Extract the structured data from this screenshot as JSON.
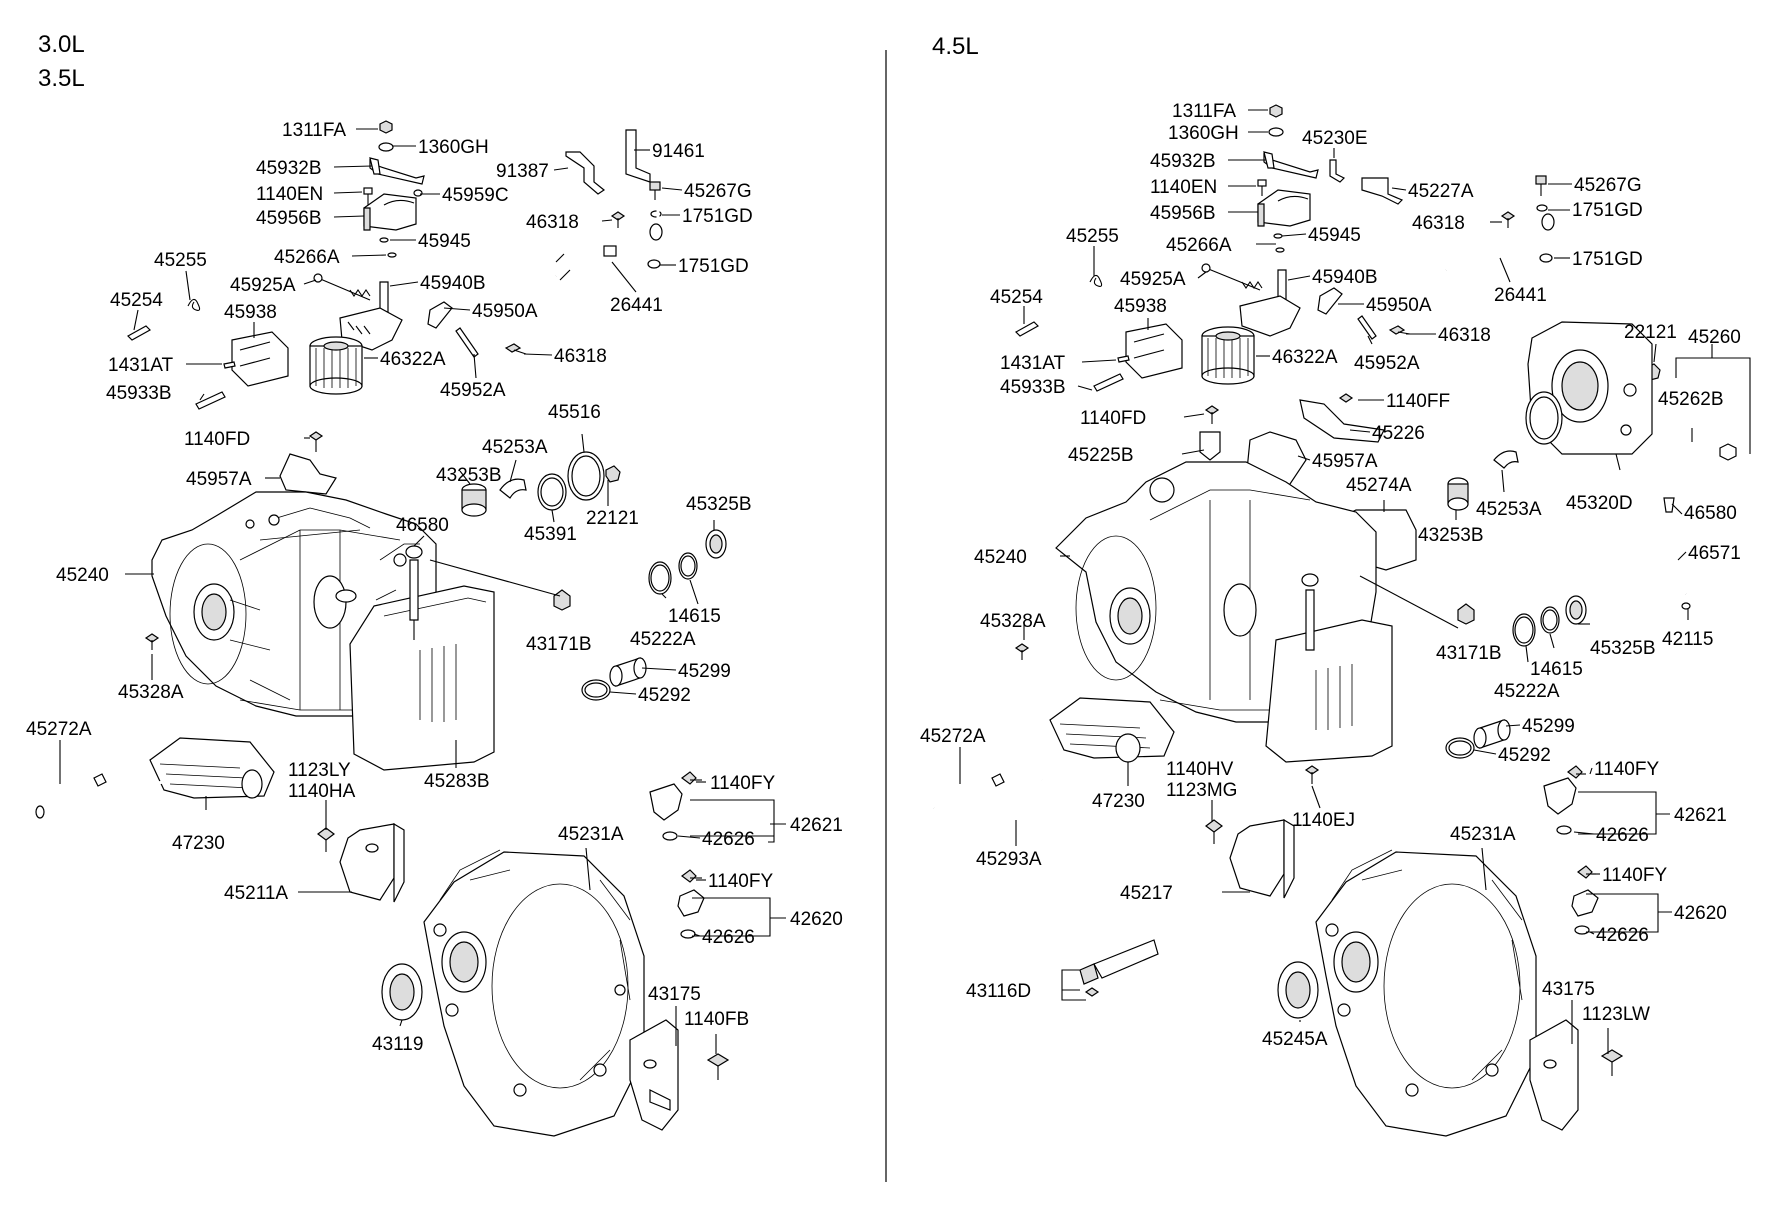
{
  "engines": {
    "left": [
      "3.0L",
      "3.5L"
    ],
    "right": "4.5L"
  },
  "left_labels": [
    "1311FA",
    "1360GH",
    "45932B",
    "1140EN",
    "45959C",
    "45956B",
    "45945",
    "45266A",
    "45255",
    "45925A",
    "45940B",
    "45254",
    "45938",
    "45950A",
    "1431AT",
    "46322A",
    "45933B",
    "45952A",
    "91461",
    "91387",
    "45267G",
    "1751GD",
    "46318",
    "1751GD",
    "26441",
    "46318",
    "1140FD",
    "45957A",
    "45516",
    "45253A",
    "43253B",
    "22121",
    "45391",
    "46580",
    "45325B",
    "45240",
    "43171B",
    "14615",
    "45222A",
    "45328A",
    "45299",
    "45292",
    "45272A",
    "45283B",
    "1123LY",
    "1140HA",
    "1140FY",
    "42621",
    "47230",
    "42626",
    "45231A",
    "45211A",
    "1140FY",
    "42620",
    "42626",
    "43175",
    "43119",
    "1140FB"
  ],
  "right_labels": [
    "1311FA",
    "1360GH",
    "45230E",
    "45932B",
    "1140EN",
    "45227A",
    "45267G",
    "45956B",
    "1751GD",
    "46318",
    "45255",
    "45266A",
    "45945",
    "1751GD",
    "45925A",
    "45940B",
    "26441",
    "45254",
    "45938",
    "45950A",
    "46318",
    "22121",
    "1431AT",
    "46322A",
    "45952A",
    "45260",
    "45933B",
    "45262B",
    "1140FD",
    "1140FF",
    "45226",
    "45225B",
    "45957A",
    "45274A",
    "45253A",
    "45320D",
    "46580",
    "43253B",
    "45240",
    "46571",
    "45328A",
    "43171B",
    "45325B",
    "14615",
    "42115",
    "45222A",
    "45299",
    "45272A",
    "45292",
    "1140HV",
    "1123MG",
    "1140FY",
    "47230",
    "1140EJ",
    "42621",
    "45293A",
    "42626",
    "45231A",
    "1140FY",
    "45217",
    "42620",
    "42626",
    "43175",
    "43116D",
    "1123LW",
    "45245A"
  ]
}
